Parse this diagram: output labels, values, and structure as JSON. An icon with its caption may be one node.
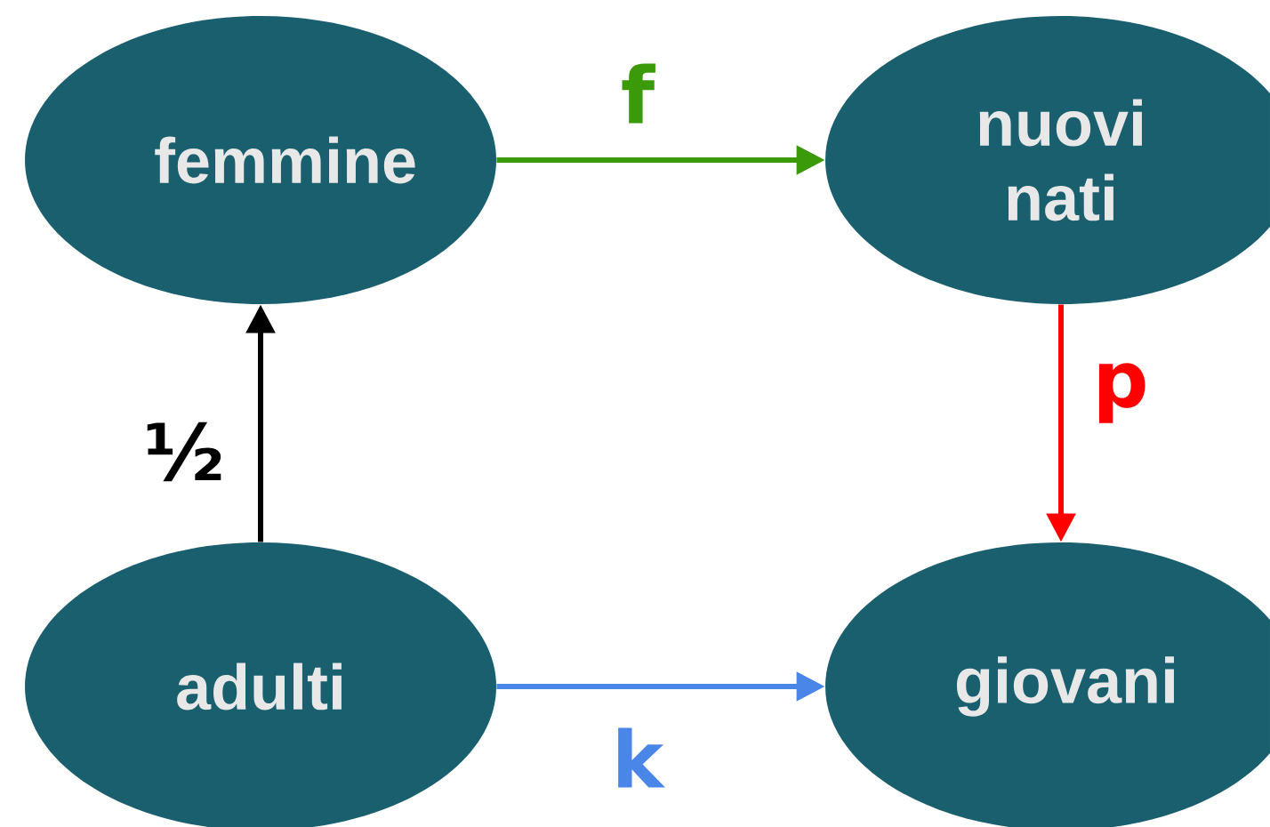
{
  "diagram": {
    "nodes": [
      {
        "text": [
          "femmine"
        ]
      },
      {
        "text": [
          "nuovi nati"
        ]
      },
      {
        "text": [
          "adulti"
        ]
      },
      {
        "text": [
          "giovani"
        ]
      }
    ],
    "edges": [
      {
        "from": 0,
        "to": 1,
        "arrow": "to",
        "label": "f",
        "color": "#3a9a0a"
      },
      {
        "from": 1,
        "to": 3,
        "arrow": "to",
        "label": "p",
        "color": "#ff0000"
      },
      {
        "from": 2,
        "to": 0,
        "arrow": "to",
        "label": "½",
        "color": "#000000"
      },
      {
        "from": 2,
        "to": 3,
        "arrow": "to",
        "label": "k",
        "color": "#4a86e8"
      }
    ]
  }
}
